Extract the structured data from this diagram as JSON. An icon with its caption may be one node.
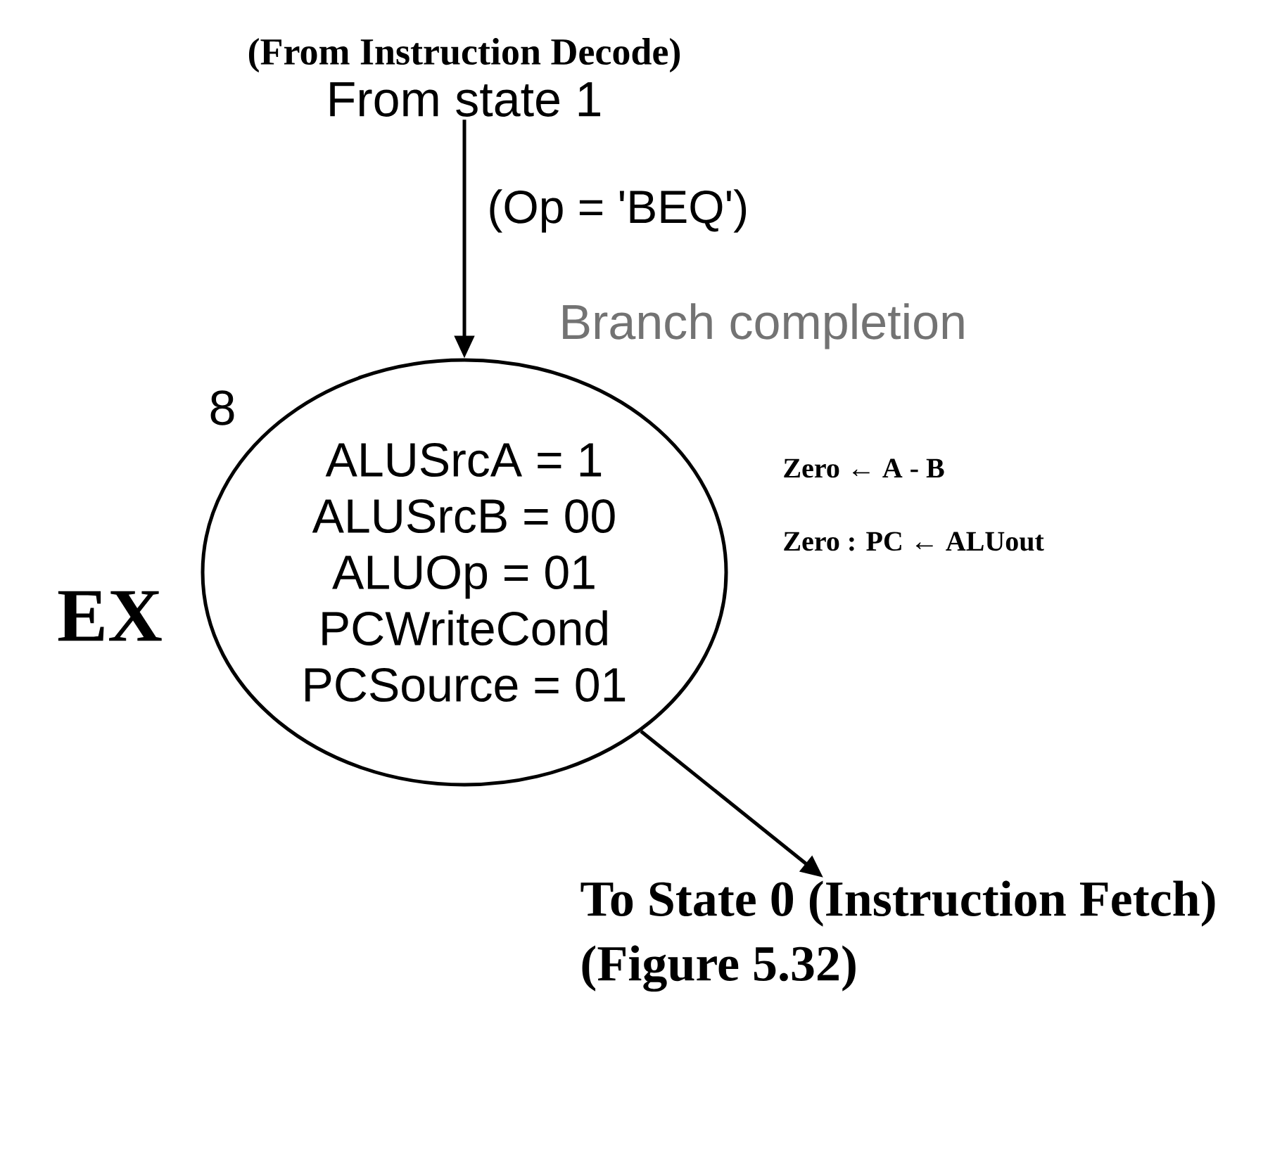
{
  "diagram": {
    "nodes": [
      {
        "text": [
          "(From Instruction Decode)",
          "From state 1"
        ]
      },
      {
        "text": [
          "ALUSrcA = 1",
          "ALUSrcB = 00",
          "ALUOp = 01",
          "PCWriteCond",
          "PCSource = 01"
        ],
        "beside": [
          "8",
          "Branch completion"
        ]
      },
      {
        "text": [
          "To State 0 (Instruction Fetch)",
          "(Figure 5.32)"
        ]
      }
    ],
    "edges": [
      {
        "from": 0,
        "to": 1,
        "arrow": "to",
        "label": "(Op = 'BEQ')"
      },
      {
        "from": 1,
        "to": 2,
        "arrow": "to"
      }
    ],
    "labels": [
      "EX",
      "Zero ← A - B",
      "Zero :   PC ←   ALUout"
    ]
  }
}
